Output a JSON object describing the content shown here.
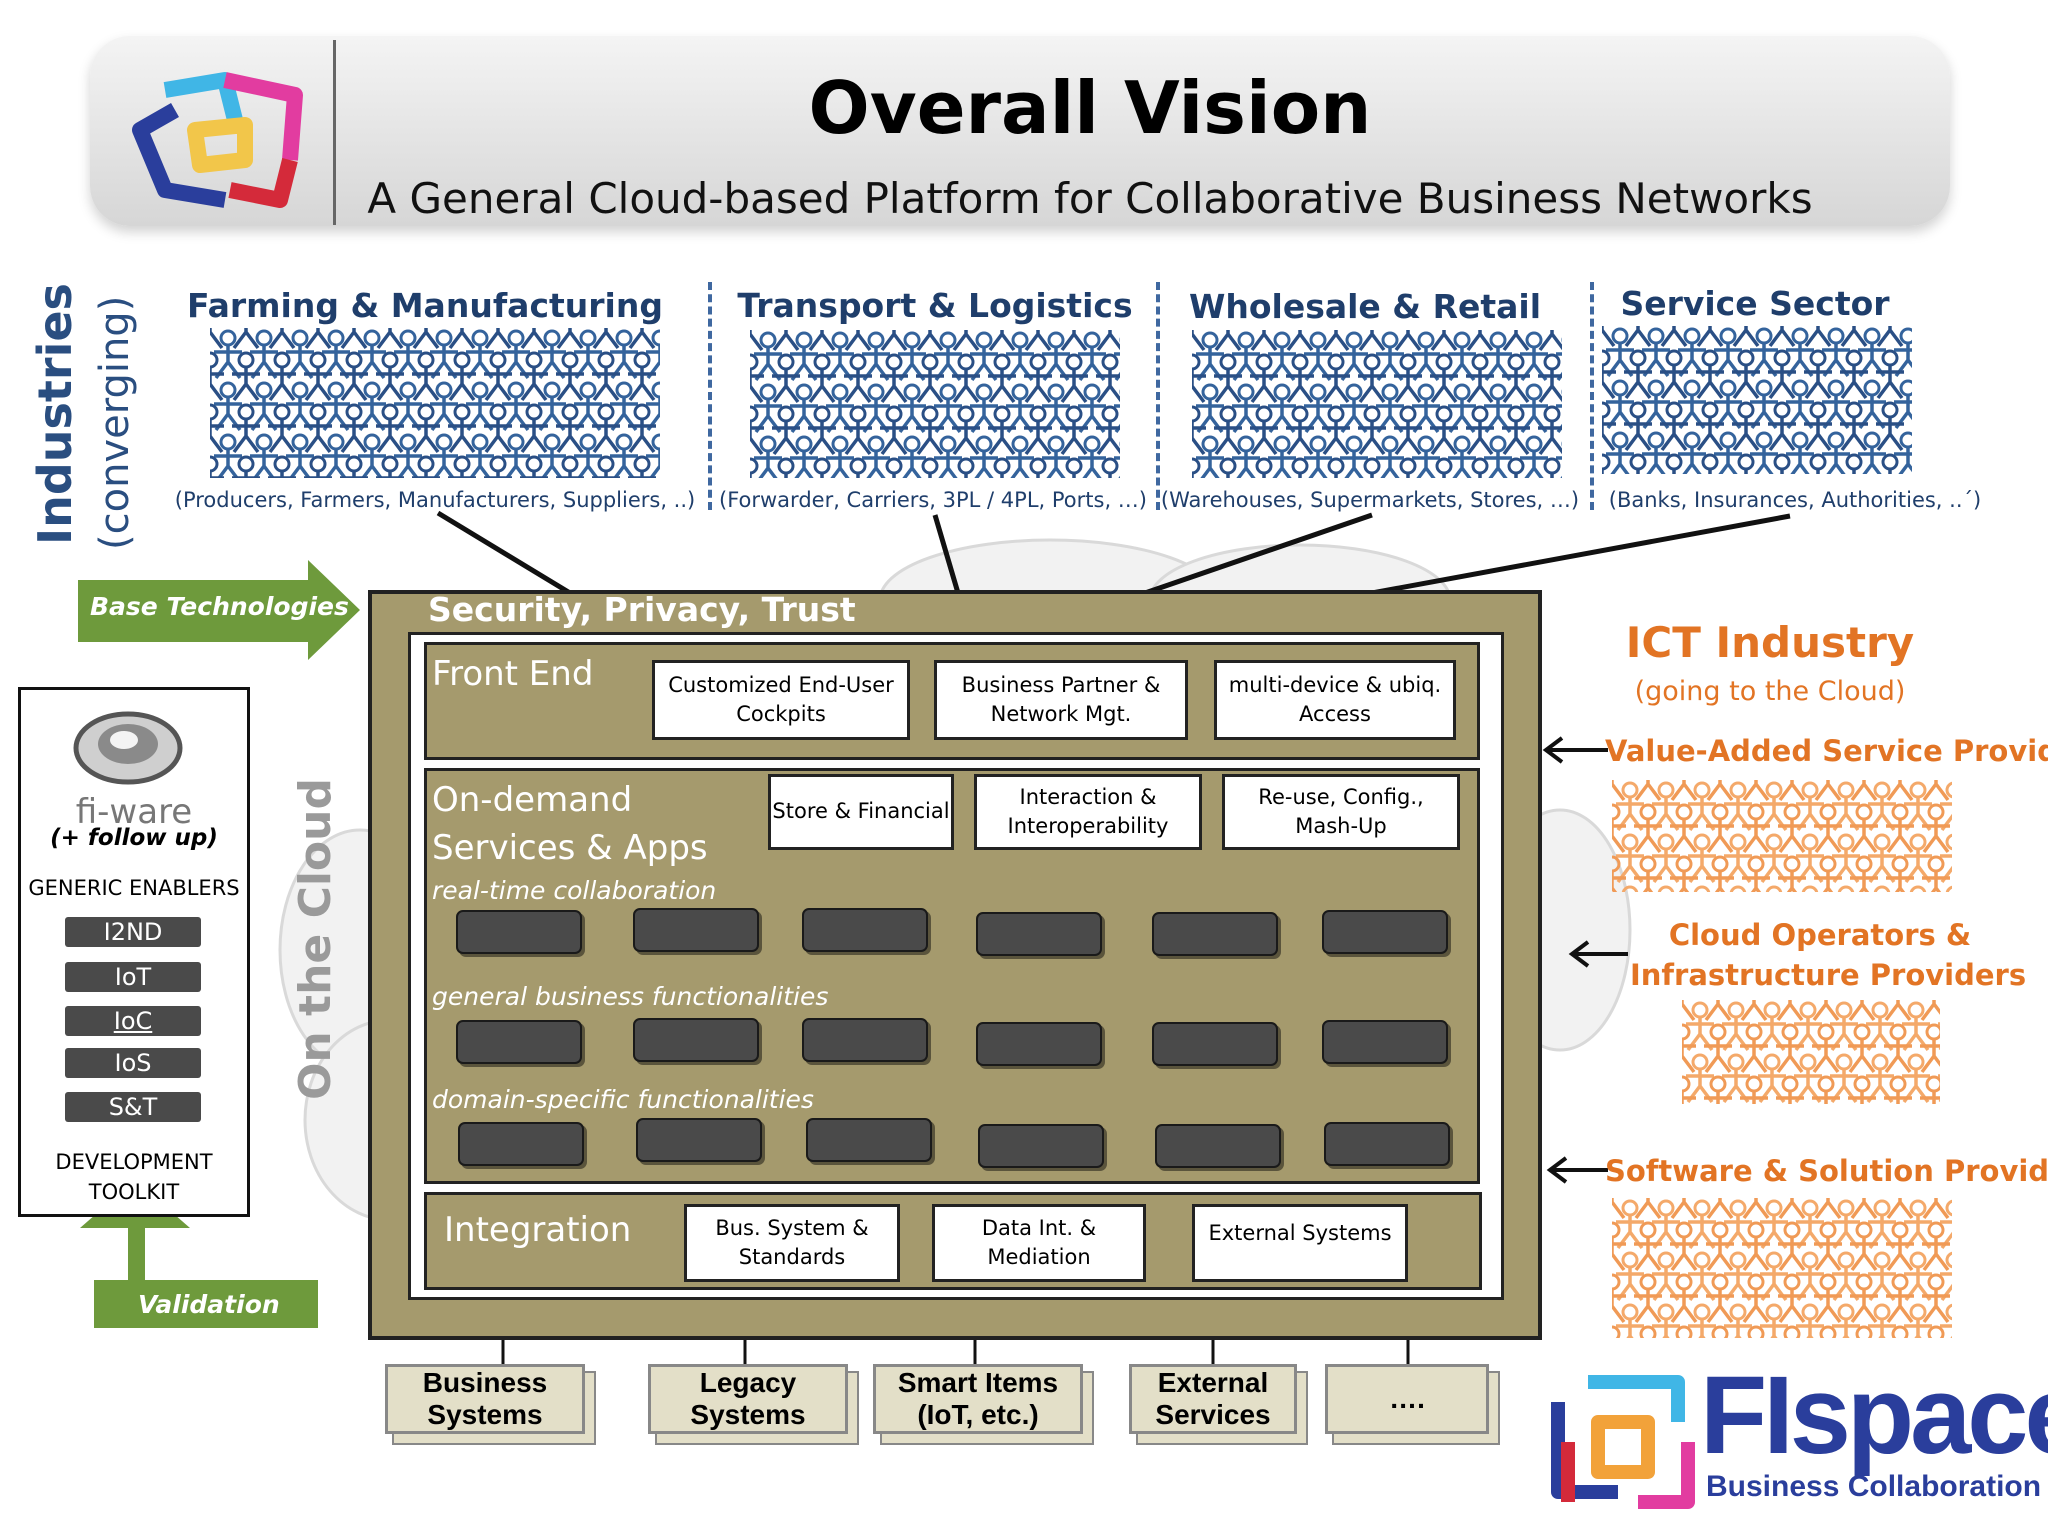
{
  "header": {
    "title": "Overall Vision",
    "subtitle": "A General Cloud-based Platform for Collaborative Business Networks"
  },
  "industries": {
    "label": "Industries",
    "sublabel": "(converging)",
    "groups": [
      {
        "title": "Farming & Manufacturing",
        "subtitle": "(Producers, Farmers, Manufacturers, Suppliers, ..)"
      },
      {
        "title": "Transport & Logistics",
        "subtitle": "(Forwarder, Carriers, 3PL / 4PL, Ports, …)"
      },
      {
        "title": "Wholesale & Retail",
        "subtitle": "(Warehouses, Supermarkets, Stores,  …)"
      },
      {
        "title": "Service Sector",
        "subtitle": "(Banks, Insurances, Authorities, ..´)"
      }
    ]
  },
  "platform": {
    "outer_label": "Security, Privacy, Trust",
    "cloud_label": "On the Cloud",
    "front_end": {
      "label": "Front End",
      "boxes": [
        "Customized End-User Cockpits",
        "Business Partner & Network Mgt.",
        "multi-device & ubiq. Access"
      ]
    },
    "on_demand": {
      "label_line1": "On-demand",
      "label_line2": "Services & Apps",
      "boxes": [
        "Store & Financial",
        "Interaction & Interoperability",
        "Re-use, Config., Mash-Up"
      ],
      "rows": [
        "real-time collaboration",
        "general business functionalities",
        "domain-specific functionalities"
      ]
    },
    "integration": {
      "label": "Integration",
      "boxes": [
        "Bus. System & Standards",
        "Data Int. & Mediation",
        "External Systems"
      ]
    }
  },
  "systems": [
    "Business Systems",
    "Legacy Systems",
    "Smart Items (IoT, etc.)",
    "External Services",
    "…."
  ],
  "left_panel": {
    "base_technologies": "Base Technologies",
    "validation": "Validation",
    "logo_text": "fi-ware",
    "follow_up": "(+ follow up)",
    "generic_enablers": "GENERIC ENABLERS",
    "enablers": [
      "I2ND",
      "IoT",
      "IoC",
      "IoS",
      "S&T"
    ],
    "dev_toolkit_line1": "DEVELOPMENT",
    "dev_toolkit_line2": "TOOLKIT"
  },
  "ict": {
    "title": "ICT Industry",
    "subtitle": "(going to the Cloud)",
    "providers": [
      "Value-Added Service Providers",
      "Cloud Operators &",
      "Infrastructure Providers",
      "Software & Solution Providers"
    ]
  },
  "brand": {
    "name": "FIspace",
    "tagline": "Business Collaboration"
  },
  "colors": {
    "blue": "#2a4e80",
    "olive": "#a59a6d",
    "orange": "#e27424",
    "green": "#6e9a3c",
    "slot": "#4a4a4a"
  }
}
